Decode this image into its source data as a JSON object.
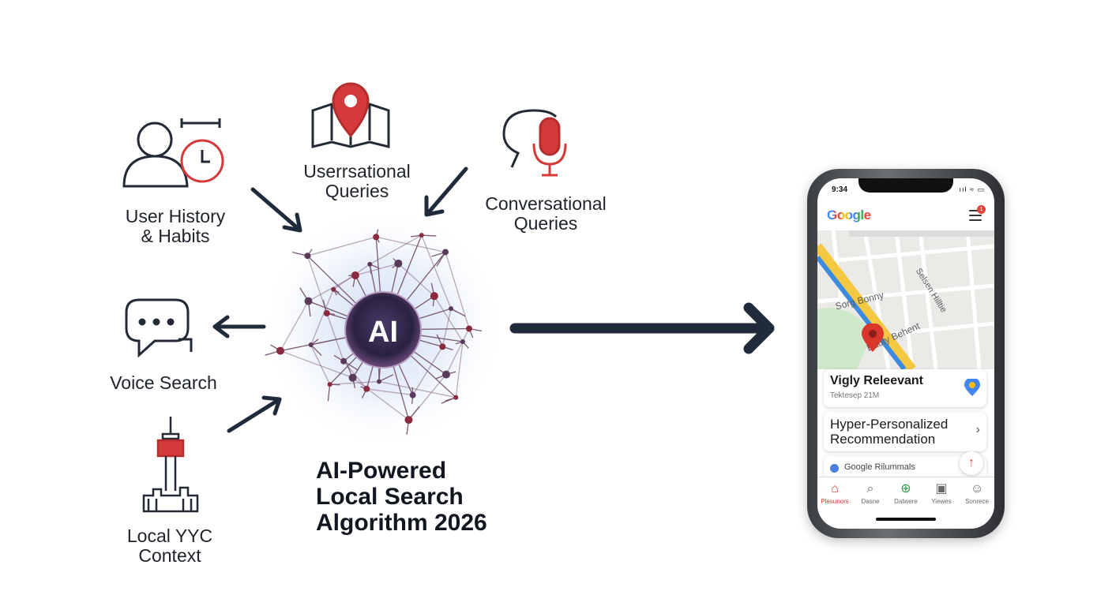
{
  "diagram": {
    "title_lines": [
      "AI-Powered",
      "Local Search",
      "Algorithm 2026"
    ],
    "center_label": "AI",
    "inputs": [
      {
        "id": "history",
        "lines": [
          "User History",
          "& Habits"
        ],
        "icon": "user-clock-icon"
      },
      {
        "id": "map",
        "lines": [
          "Userrsational",
          "Queries"
        ],
        "icon": "map-pin-icon"
      },
      {
        "id": "conversational",
        "lines": [
          "Conversational",
          "Queries"
        ],
        "icon": "speech-microphone-icon"
      },
      {
        "id": "voice",
        "lines": [
          "Voice Search"
        ],
        "icon": "chat-bubble-icon"
      },
      {
        "id": "yyc",
        "lines": [
          "Local YYC",
          "Context"
        ],
        "icon": "calgary-tower-icon"
      }
    ],
    "colors": {
      "accent_red": "#d43a3a",
      "arrow": "#1f2a3a"
    }
  },
  "phone": {
    "time": "9:34",
    "status_icons": "ııl ≈ ▭",
    "app_logo": "Google",
    "menu_badge": "1",
    "map_labels": [
      "Sorg Bonny",
      "Eauty Behent",
      "Selsen Hilltie"
    ],
    "card1": {
      "title": "Vigly Releevant",
      "subtitle": "Tektesep 21M"
    },
    "card2": {
      "line1": "Hyper-Personalized",
      "line2": "Recommendation"
    },
    "card3": {
      "text": "Google Rilummals"
    },
    "nav": [
      {
        "label": "Plesunors",
        "icon": "home-icon"
      },
      {
        "label": "Dasne",
        "icon": "search-icon"
      },
      {
        "label": "Datwere",
        "icon": "navigate-icon"
      },
      {
        "label": "Yiewes",
        "icon": "bookmark-icon"
      },
      {
        "label": "Sonrece",
        "icon": "profile-icon"
      }
    ]
  }
}
